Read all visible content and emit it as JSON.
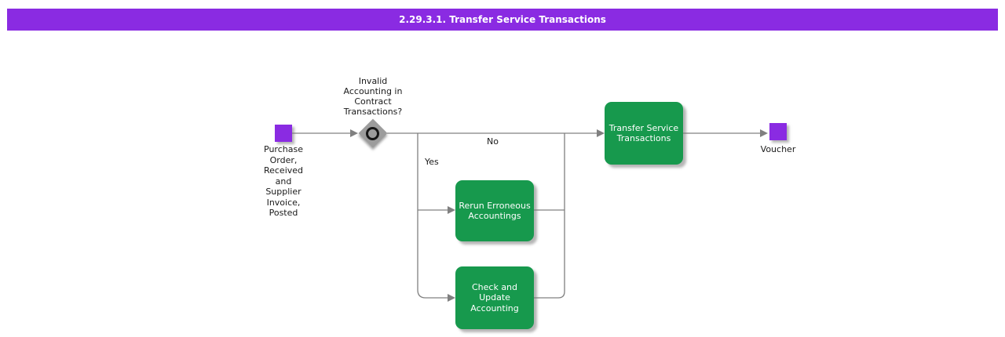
{
  "title_bar": {
    "label": "2.29.3.1. Transfer Service Transactions"
  },
  "colors": {
    "accent_purple": "#8a2be2",
    "activity_green": "#17994d",
    "connector_gray": "#808080",
    "text_dark": "#1a1a1a",
    "title_text": "#ffffff",
    "background": "#ffffff"
  },
  "diagram": {
    "start_event": {
      "label": "Purchase\nOrder,\nReceived\nand\nSupplier\nInvoice,\nPosted"
    },
    "decision": {
      "label": "Invalid\nAccounting in\nContract\nTransactions?",
      "yes_label": "Yes",
      "no_label": "No"
    },
    "activities": {
      "transfer": {
        "label": "Transfer Service\nTransactions"
      },
      "rerun": {
        "label": "Rerun Erroneous\nAccountings"
      },
      "check": {
        "label": "Check and\nUpdate\nAccounting"
      }
    },
    "end_event": {
      "label": "Voucher"
    }
  }
}
